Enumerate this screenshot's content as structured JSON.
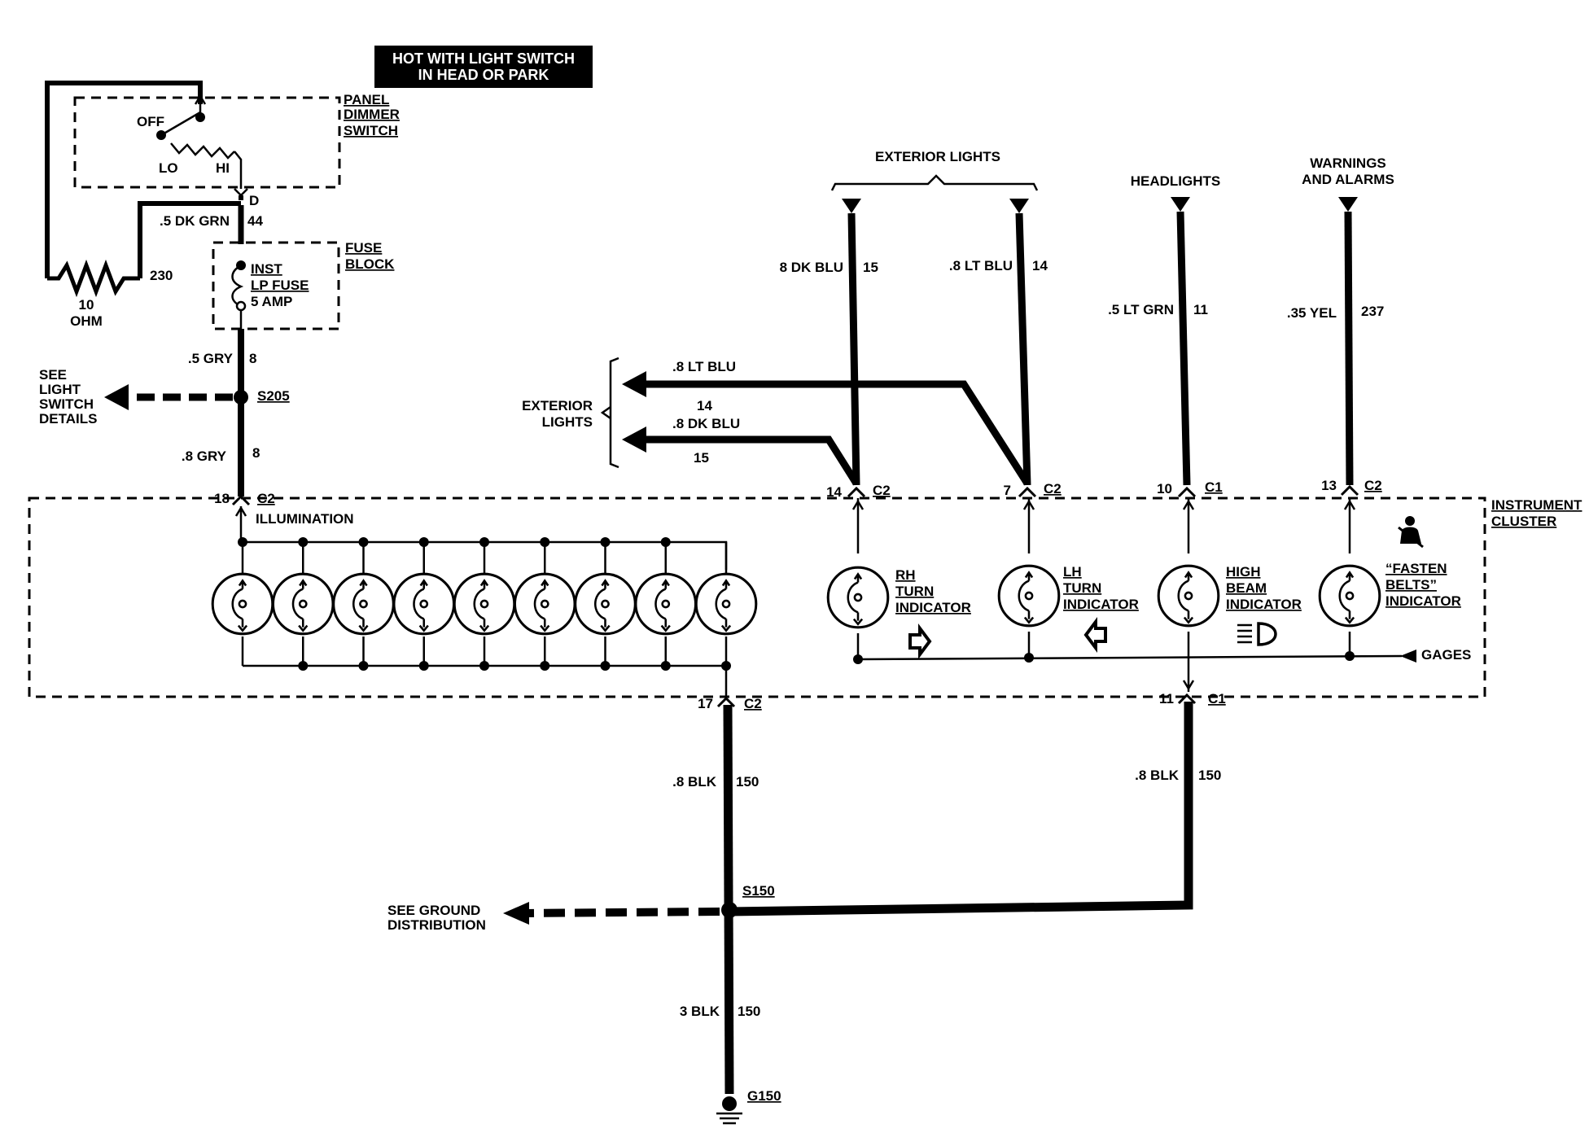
{
  "title_box": {
    "line1": "HOT WITH LIGHT SWITCH",
    "line2": "IN HEAD OR PARK"
  },
  "panel_dimmer": {
    "l1": "PANEL",
    "l2": "DIMMER",
    "l3": "SWITCH",
    "off": "OFF",
    "lo": "LO",
    "hi": "HI",
    "pin": "D"
  },
  "resistor": {
    "value": "10",
    "unit": "OHM",
    "circuit": "230"
  },
  "wire_dkgrn": {
    "label": ".5 DK GRN",
    "circuit": "44"
  },
  "fuse_block": {
    "l1": "FUSE",
    "l2": "BLOCK",
    "fuse1": "INST",
    "fuse2": "LP FUSE",
    "fuse3": "5 AMP"
  },
  "wire_gry1": {
    "label": ".5 GRY",
    "circuit": "8"
  },
  "see_light_switch": {
    "l1": "SEE",
    "l2": "LIGHT",
    "l3": "SWITCH",
    "l4": "DETAILS"
  },
  "splice_s205": "S205",
  "wire_gry2": {
    "label": ".8 GRY",
    "circuit": "8"
  },
  "conn_illum": {
    "pin": "18",
    "conn": "C2"
  },
  "illumination_label": "ILLUMINATION",
  "exterior_lights_top": "EXTERIOR LIGHTS",
  "headlights": "HEADLIGHTS",
  "warnings": {
    "l1": "WARNINGS",
    "l2": "AND ALARMS"
  },
  "wire_dkblu_top": {
    "label": "8 DK BLU",
    "circuit": "15"
  },
  "wire_ltblu_top": {
    "label": ".8 LT BLU",
    "circuit": "14"
  },
  "wire_ltgrn": {
    "label": ".5 LT GRN",
    "circuit": "11"
  },
  "wire_yel": {
    "label": ".35 YEL",
    "circuit": "237"
  },
  "exterior_lights_left": {
    "l1": "EXTERIOR",
    "l2": "LIGHTS"
  },
  "wire_ltblu_left": {
    "label": ".8 LT BLU",
    "circuit": "14"
  },
  "wire_dkblu_left": {
    "label": ".8 DK BLU",
    "circuit": "15"
  },
  "conn_rh": {
    "pin": "14",
    "conn": "C2"
  },
  "conn_lh": {
    "pin": "7",
    "conn": "C2"
  },
  "conn_high": {
    "pin": "10",
    "conn": "C1"
  },
  "conn_belts": {
    "pin": "13",
    "conn": "C2"
  },
  "instrument_cluster": {
    "l1": "INSTRUMENT",
    "l2": "CLUSTER"
  },
  "rh_turn": {
    "l1": "RH",
    "l2": "TURN",
    "l3": "INDICATOR"
  },
  "lh_turn": {
    "l1": "LH",
    "l2": "TURN",
    "l3": "INDICATOR"
  },
  "high_beam": {
    "l1": "HIGH",
    "l2": "BEAM",
    "l3": "INDICATOR"
  },
  "fasten_belts": {
    "l1": "“FASTEN",
    "l2": "BELTS”",
    "l3": "INDICATOR"
  },
  "gages": "GAGES",
  "conn_gnd1": {
    "pin": "17",
    "conn": "C2"
  },
  "conn_gnd2": {
    "pin": "11",
    "conn": "C1"
  },
  "wire_blk1": {
    "label": ".8 BLK",
    "circuit": "150"
  },
  "wire_blk2": {
    "label": ".8 BLK",
    "circuit": "150"
  },
  "see_ground": {
    "l1": "SEE  GROUND",
    "l2": "DISTRIBUTION"
  },
  "splice_s150": "S150",
  "wire_blk3": {
    "label": "3 BLK",
    "circuit": "150"
  },
  "ground_g150": "G150",
  "illumination_bulb_count": 9,
  "icons": [
    "seatbelt-icon",
    "right-arrow-icon",
    "left-arrow-icon",
    "high-beam-icon",
    "ground-symbol-icon"
  ]
}
